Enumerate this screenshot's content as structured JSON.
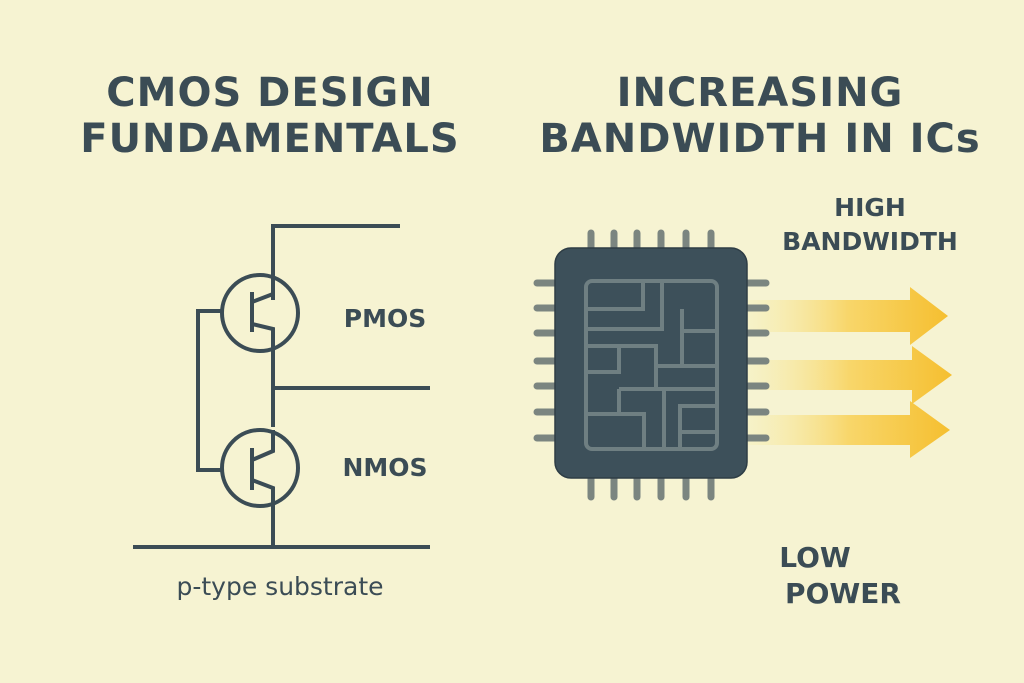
{
  "left": {
    "title_line1": "CMOS DESIGN",
    "title_line2": "FUNDAMENTALS",
    "pmos_label": "PMOS",
    "nmos_label": "NMOS",
    "substrate_label": "p-type substrate"
  },
  "right": {
    "title_line1": "INCREASING",
    "title_line2": "BANDWIDTH IN ICs",
    "high_line1": "HIGH",
    "high_line2": "BANDWIDTH",
    "low_line1": "LOW",
    "low_line2": "POWER"
  },
  "colors": {
    "background": "#f6f3d2",
    "ink": "#3b4c55",
    "chip": "#3d505a",
    "pin": "#7b8580",
    "arrow": "#f5c53a"
  }
}
